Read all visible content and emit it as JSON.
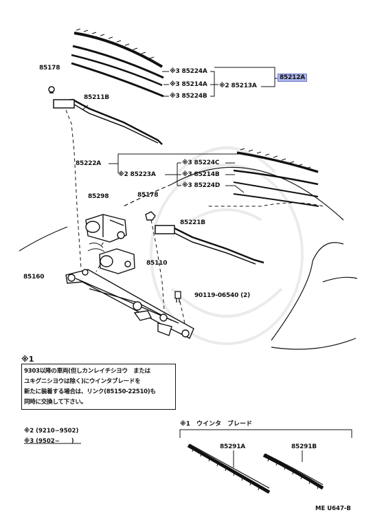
{
  "labels": {
    "p85178_top": "85178",
    "p85211B": "85211B",
    "p85224A": "※3 85224A",
    "p85214A": "※3 85214A",
    "p85224B": "※3 85224B",
    "p85213A": "※2 85213A",
    "p85212A": "85212A",
    "p85222A": "85222A",
    "p85223A": "※2 85223A",
    "p85224C": "※3 85224C",
    "p85214B": "※3 85214B",
    "p85224D": "※3 85224D",
    "p85298": "85298",
    "p85178_mid": "85178",
    "p85221B": "85221B",
    "p85110": "85110",
    "p85160": "85160",
    "p90119": "90119-06540 (2)",
    "p85291A": "85291A",
    "p85291B": "85291B"
  },
  "note": {
    "title": "※1",
    "lines": [
      "9303以降の車両(但しカンレイチシヨウ　または",
      "ユキグニシヨウは除く)にウインタブレードを",
      "新たに装着する場合は、リンク(85150-22510)も",
      "同時に交換して下さい。"
    ]
  },
  "legend": {
    "l2": "※2 (9210−9502)",
    "l3": "※3 (9502−　　)"
  },
  "wiper_section": {
    "title": "※1　ウインタ　ブレード"
  },
  "diagram_code": "ME U647-B",
  "colors": {
    "highlight": "#aab4e8",
    "ink": "#111111"
  }
}
